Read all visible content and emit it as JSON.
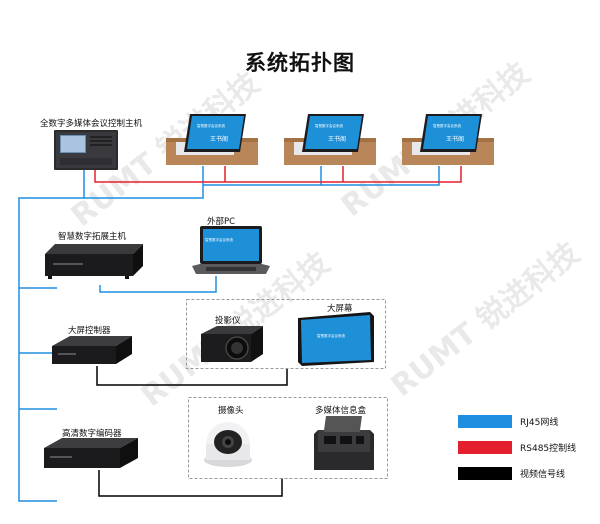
{
  "title": "系统拓扑图",
  "watermark": "RUMT 锐进科技",
  "devices": {
    "main_host": "全数字多媒体会议控制主机",
    "expansion_host": "智慧数字拓展主机",
    "external_pc": "外部PC",
    "screen_controller": "大屏控制器",
    "projector": "投影仪",
    "big_screen": "大屏幕",
    "hd_encoder": "高清数字编码器",
    "camera": "摄像头",
    "media_box": "多媒体信息盒"
  },
  "terminal": {
    "header": "智慧数字会议系统",
    "name": "王书阁"
  },
  "legend": [
    {
      "label": "RJ45网线",
      "color": "#1e8fe0"
    },
    {
      "label": "RS485控制线",
      "color": "#e5202e"
    },
    {
      "label": "视频信号线",
      "color": "#000000"
    }
  ]
}
